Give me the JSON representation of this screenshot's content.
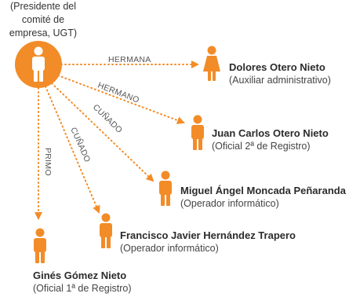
{
  "center": {
    "caption": [
      "(Presidente del",
      "comité de",
      "empresa, UGT)"
    ],
    "icon": "male-person-icon",
    "circle_color": "#F28C28"
  },
  "accent_color": "#F28C28",
  "relations": [
    {
      "label": "HERMANA",
      "name": "Dolores Otero Nieto",
      "role": "(Auxiliar administrativo)",
      "icon": "female-person-icon"
    },
    {
      "label": "HERMANO",
      "name": "Juan Carlos Otero Nieto",
      "role": "(Oficial 2ª de Registro)",
      "icon": "male-person-icon"
    },
    {
      "label": "CUÑADO",
      "name": "Miguel Ángel Moncada Peñaranda",
      "role": "(Operador informático)",
      "icon": "male-person-icon"
    },
    {
      "label": "CUÑADO",
      "name": "Francisco Javier Hernández Trapero",
      "role": "(Operador informático)",
      "icon": "male-person-icon"
    },
    {
      "label": "PRIMO",
      "name": "Ginés Gómez Nieto",
      "role": "(Oficial 1ª de Registro)",
      "icon": "male-person-icon"
    }
  ]
}
